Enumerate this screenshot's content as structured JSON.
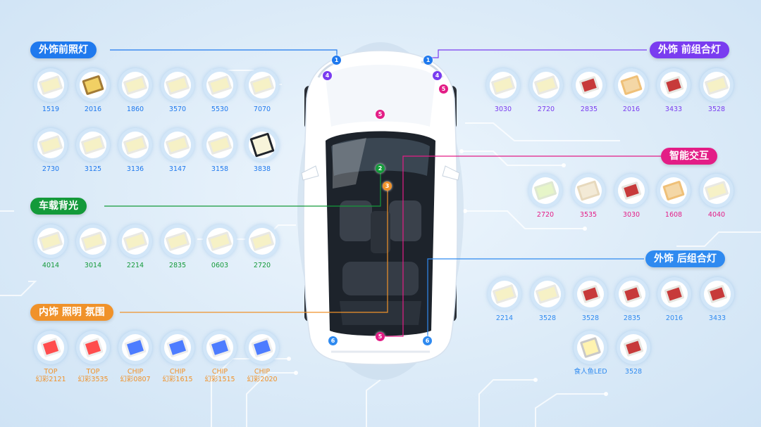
{
  "colors": {
    "front_headlamp": "#1f79ee",
    "front_combo": "#7a3cf0",
    "smart": "#e31d86",
    "backlight": "#149a3a",
    "interior": "#f0922a",
    "rear_combo": "#2f8af0"
  },
  "sections": {
    "front_headlamp": {
      "title": "外饰前照灯",
      "items": [
        {
          "code": "1519",
          "icon": "white-top-led-icon"
        },
        {
          "code": "2016",
          "icon": "ceramic-gold-led-icon"
        },
        {
          "code": "1860",
          "icon": "white-top-led-icon"
        },
        {
          "code": "3570",
          "icon": "white-top-led-icon"
        },
        {
          "code": "5530",
          "icon": "white-top-led-icon"
        },
        {
          "code": "7070",
          "icon": "white-top-led-icon"
        },
        {
          "code": "2730",
          "icon": "white-top-led-icon"
        },
        {
          "code": "3125",
          "icon": "white-top-led-icon"
        },
        {
          "code": "3136",
          "icon": "white-top-led-icon"
        },
        {
          "code": "3147",
          "icon": "white-top-led-icon"
        },
        {
          "code": "3158",
          "icon": "white-top-led-icon"
        },
        {
          "code": "3838",
          "icon": "black-package-led-icon"
        }
      ]
    },
    "front_combo": {
      "title": "外饰 前组合灯",
      "items": [
        {
          "code": "3030",
          "icon": "white-top-led-icon"
        },
        {
          "code": "2720",
          "icon": "white-top-led-icon"
        },
        {
          "code": "2835",
          "icon": "red-chip-led-icon"
        },
        {
          "code": "2016",
          "icon": "amber-led-icon"
        },
        {
          "code": "3433",
          "icon": "red-chip-led-icon"
        },
        {
          "code": "3528",
          "icon": "white-top-led-icon"
        }
      ]
    },
    "smart": {
      "title": "智能交互",
      "items": [
        {
          "code": "2720",
          "icon": "green-tint-led-icon"
        },
        {
          "code": "3535",
          "icon": "cream-led-icon"
        },
        {
          "code": "3030",
          "icon": "red-chip-led-icon"
        },
        {
          "code": "1608",
          "icon": "amber-led-icon"
        },
        {
          "code": "4040",
          "icon": "white-top-led-icon"
        }
      ]
    },
    "backlight": {
      "title": "车载背光",
      "items": [
        {
          "code": "4014",
          "icon": "white-top-led-icon"
        },
        {
          "code": "3014",
          "icon": "white-top-led-icon"
        },
        {
          "code": "2214",
          "icon": "white-top-led-icon"
        },
        {
          "code": "2835",
          "icon": "white-top-led-icon"
        },
        {
          "code": "0603",
          "icon": "white-top-led-icon"
        },
        {
          "code": "2720",
          "icon": "white-top-led-icon"
        }
      ]
    },
    "interior": {
      "title": "内饰 照明 氛围",
      "items": [
        {
          "line1": "TOP",
          "line2": "幻彩2121",
          "icon": "rgb-top-led-icon"
        },
        {
          "line1": "TOP",
          "line2": "幻彩3535",
          "icon": "rgb-top-led-icon"
        },
        {
          "line1": "CHIP",
          "line2": "幻彩0807",
          "icon": "rgb-chip-led-icon"
        },
        {
          "line1": "CHIP",
          "line2": "幻彩1615",
          "icon": "rgb-chip-led-icon"
        },
        {
          "line1": "CHIP",
          "line2": "幻彩1515",
          "icon": "rgb-chip-led-icon"
        },
        {
          "line1": "CHIP",
          "line2": "幻彩2020",
          "icon": "rgb-chip-led-icon"
        }
      ]
    },
    "rear_combo": {
      "title": "外饰 后组合灯",
      "items": [
        {
          "code": "2214",
          "icon": "white-top-led-icon"
        },
        {
          "code": "3528",
          "icon": "white-top-led-icon"
        },
        {
          "code": "3528",
          "icon": "red-chip-led-icon"
        },
        {
          "code": "2835",
          "icon": "red-chip-led-icon"
        },
        {
          "code": "2016",
          "icon": "red-chip-led-icon"
        },
        {
          "code": "3433",
          "icon": "red-chip-led-icon"
        },
        {
          "code": "食人鱼LED",
          "icon": "piranha-led-icon"
        },
        {
          "code": "3528",
          "icon": "red-chip-led-icon"
        }
      ]
    }
  },
  "markers": [
    {
      "num": "1",
      "color": "#1f79ee"
    },
    {
      "num": "4",
      "color": "#7a3cf0"
    },
    {
      "num": "1",
      "color": "#1f79ee"
    },
    {
      "num": "4",
      "color": "#7a3cf0"
    },
    {
      "num": "5",
      "color": "#e31d86"
    },
    {
      "num": "5",
      "color": "#e31d86"
    },
    {
      "num": "2",
      "color": "#149a3a"
    },
    {
      "num": "3",
      "color": "#f0922a"
    },
    {
      "num": "5",
      "color": "#e31d86"
    },
    {
      "num": "6",
      "color": "#2f8af0"
    },
    {
      "num": "6",
      "color": "#2f8af0"
    }
  ]
}
